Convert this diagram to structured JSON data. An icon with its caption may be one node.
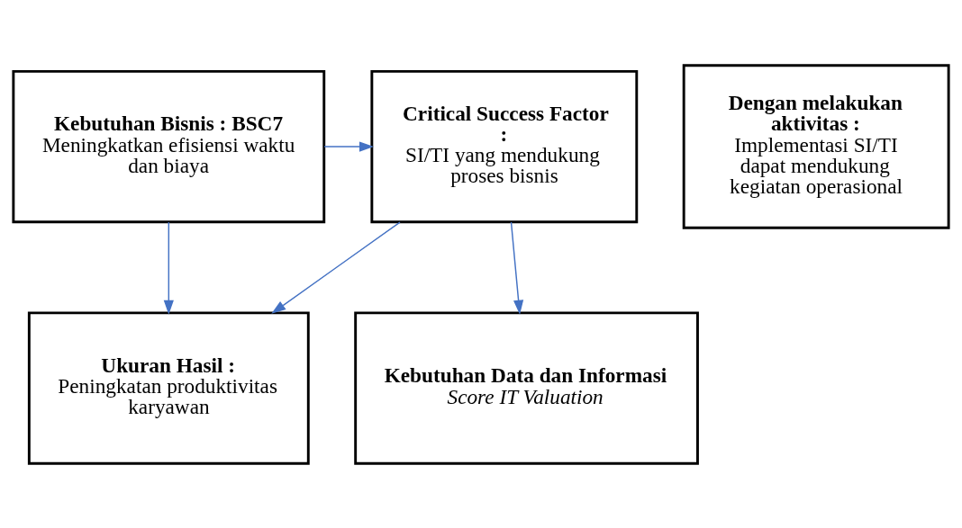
{
  "diagram": {
    "nodes": [
      {
        "text": [
          "Kebutuhan Bisnis : BSC7",
          "Meningkatkan efisiensi waktu dan biaya"
        ]
      },
      {
        "text": [
          "Critical Success Factor :",
          "SI/TI yang mendukung proses bisnis"
        ]
      },
      {
        "text": [
          "Dengan melakukan aktivitas :",
          "Implementasi SI/TI dapat mendukung kegiatan operasional"
        ]
      },
      {
        "text": [
          "Ukuran Hasil :",
          "Peningkatan produktivitas karyawan"
        ]
      },
      {
        "text": [
          "Kebutuhan Data dan Informasi",
          "Score IT Valuation"
        ]
      }
    ],
    "edges": [
      {
        "from": 0,
        "to": 1,
        "arrow": "to"
      },
      {
        "from": 0,
        "to": 3,
        "arrow": "to"
      },
      {
        "from": 1,
        "to": 3,
        "arrow": "to"
      },
      {
        "from": 1,
        "to": 4,
        "arrow": "to"
      }
    ]
  }
}
